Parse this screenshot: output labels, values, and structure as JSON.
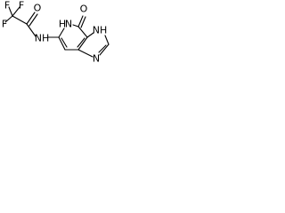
{
  "structure": {
    "atoms": {
      "f_upper_left": "F",
      "f_upper_right": "F",
      "f_lower_left": "F",
      "carbonyl_o_amide": "O",
      "amide_nh": "NH",
      "ring_nh": "N",
      "ring_h": "H",
      "carbonyl_o_ring": "O",
      "imidazole_nh": "NH",
      "imidazole_n": "N"
    },
    "line_color": "#000000",
    "label_color": "#000000"
  }
}
